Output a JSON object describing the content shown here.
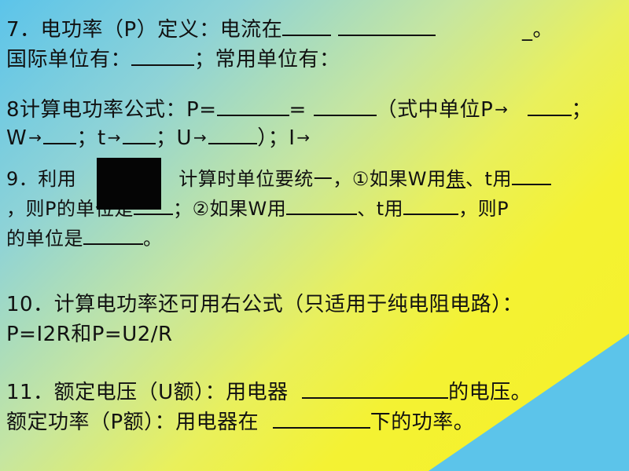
{
  "colors": {
    "gradient_start": "#5cc4ea",
    "gradient_end": "#f6f028",
    "corner_wedge": "#5cc4ea",
    "text": "#111111"
  },
  "q7": {
    "line1_text": "7．电功率（P）定义：电流在",
    "line1_end": "_。",
    "line2_prefix": "国际单位有：",
    "line2_mid": "；常用单位有："
  },
  "q8": {
    "line1_prefix": "8计算电功率公式：P=",
    "line1_eq": "=",
    "line1_paren": "（式中单位P",
    "line1_semicolon": "；",
    "line2_w": "W",
    "line2_sep1": "；t",
    "line2_sep2": "；U",
    "line2_paren_close": "）；I"
  },
  "q9": {
    "line1_prefix": "9．利用",
    "line1_rest": "计算时单位要统一，①如果W用",
    "line1_jiao": "焦",
    "line1_t": "、t用",
    "line2_prefix": "，则P的单位是",
    "line2_mid": "；②如果W用",
    "line2_t": "、t用",
    "line2_end": "，则P",
    "line3_prefix": "的单位是",
    "line3_end": "。"
  },
  "q10": {
    "line1": "10．计算电功率还可用右公式（只适用于纯电阻电路）：",
    "line2": "P=I2R和P=U2/R"
  },
  "q11": {
    "line1_prefix": "11．额定电压（U额）：用电器",
    "line1_end": "的电压。",
    "line2_prefix": "额定功率（P额）：用电器在",
    "line2_end": "下的功率。"
  },
  "arrow_glyph": "→"
}
